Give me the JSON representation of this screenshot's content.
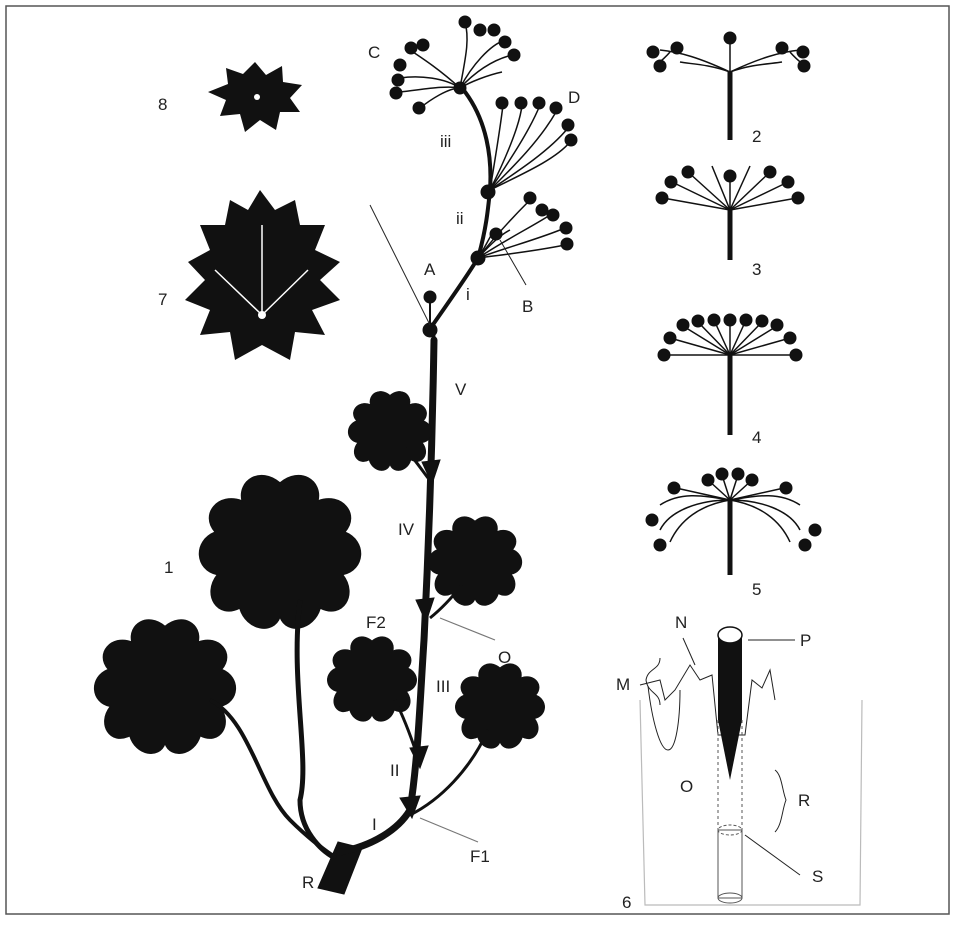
{
  "labels": {
    "fig_1": "1",
    "fig_2": "2",
    "fig_3": "3",
    "fig_4": "4",
    "fig_5": "5",
    "fig_6": "6",
    "fig_7": "7",
    "fig_8": "8",
    "A": "A",
    "B": "B",
    "C": "C",
    "D": "D",
    "R": "R",
    "O": "O",
    "F1": "F1",
    "F2": "F2",
    "I": "I",
    "II": "II",
    "III": "III",
    "IV": "IV",
    "V": "V",
    "i": "i",
    "ii": "ii",
    "iii": "iii",
    "M": "M",
    "N": "N",
    "P": "P",
    "R6": "R",
    "S": "S",
    "O6": "O"
  },
  "colors": {
    "ink": "#111111",
    "frame": "#555555",
    "pointer": "#777777",
    "sheath": "#bbbbbb"
  }
}
